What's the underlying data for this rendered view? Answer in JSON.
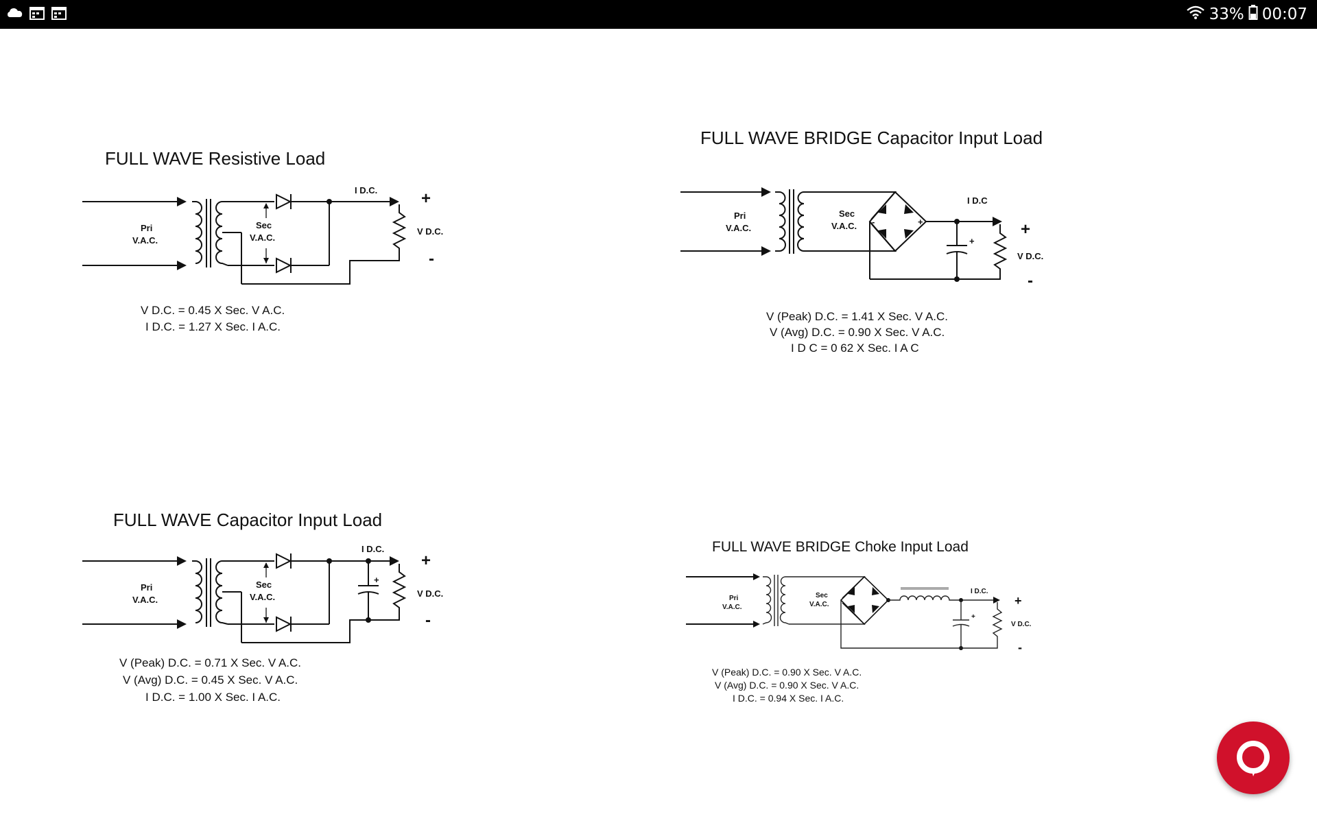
{
  "status_bar": {
    "left_icons": [
      "cloud-icon",
      "calendar-icon",
      "calendar-icon"
    ],
    "battery_percent": "33%",
    "time": "00:07",
    "right_icons": [
      "wifi-icon",
      "battery-icon"
    ]
  },
  "diagrams": [
    {
      "title": "FULL WAVE Resistive Load",
      "labels": {
        "pri_1": "Pri",
        "pri_2": "V.A.C.",
        "sec_1": "Sec",
        "sec_2": "V.A.C.",
        "idc": "I D.C.",
        "vdc": "V D.C.",
        "plus": "+",
        "minus": "-"
      },
      "equations": [
        "V D.C. = 0.45 X Sec. V A.C.",
        "I D.C. = 1.27 X Sec. I A.C."
      ]
    },
    {
      "title": "FULL WAVE BRIDGE Capacitor Input Load",
      "labels": {
        "pri_1": "Pri",
        "pri_2": "V.A.C.",
        "sec_1": "Sec",
        "sec_2": "V.A.C.",
        "idc": "I D.C",
        "vdc": "V D.C.",
        "plus": "+",
        "minus": "-"
      },
      "equations": [
        "V (Peak) D.C. = 1.41 X Sec. V A.C.",
        "V (Avg) D.C. = 0.90 X Sec. V A.C.",
        "I D C = 0 62 X Sec. I A C"
      ]
    },
    {
      "title": "FULL WAVE Capacitor Input Load",
      "labels": {
        "pri_1": "Pri",
        "pri_2": "V.A.C.",
        "sec_1": "Sec",
        "sec_2": "V.A.C.",
        "idc": "I D.C.",
        "vdc": "V D.C.",
        "plus": "+",
        "minus": "-"
      },
      "equations": [
        "V (Peak) D.C. = 0.71 X Sec. V A.C.",
        "V (Avg) D.C. = 0.45 X Sec. V A.C.",
        "I D.C. = 1.00 X Sec. I A.C."
      ]
    },
    {
      "title": "FULL WAVE BRIDGE Choke Input Load",
      "labels": {
        "pri_1": "Pri",
        "pri_2": "V.A.C.",
        "sec_1": "Sec",
        "sec_2": "V.A.C.",
        "idc": "I D.C.",
        "vdc": "V D.C.",
        "plus": "+",
        "minus": "-"
      },
      "equations": [
        "V (Peak) D.C. = 0.90 X Sec. V A.C.",
        "V (Avg) D.C. = 0.90 X Sec. V A.C.",
        "I D.C. = 0.94 X Sec. I A.C."
      ]
    }
  ],
  "fab": {
    "icon": "chat-bubble-icon",
    "color": "#d0112b"
  }
}
